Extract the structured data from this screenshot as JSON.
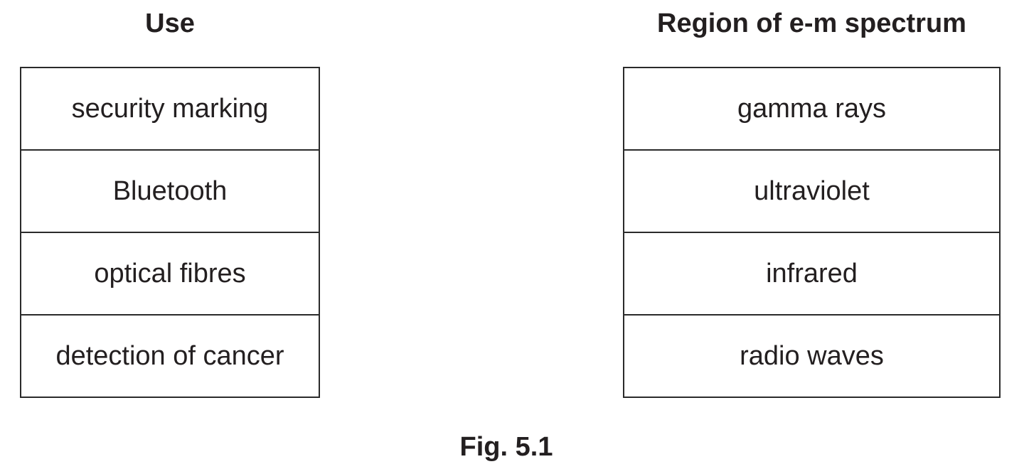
{
  "figure": {
    "caption": "Fig. 5.1",
    "columns": [
      {
        "title": "Use",
        "items": [
          "security marking",
          "Bluetooth",
          "optical fibres",
          "detection of cancer"
        ]
      },
      {
        "title": "Region of e-m spectrum",
        "items": [
          "gamma rays",
          "ultraviolet",
          "infrared",
          "radio waves"
        ]
      }
    ]
  },
  "colors": {
    "text": "#231f20",
    "border": "#2a2a2a",
    "background": "#ffffff"
  }
}
